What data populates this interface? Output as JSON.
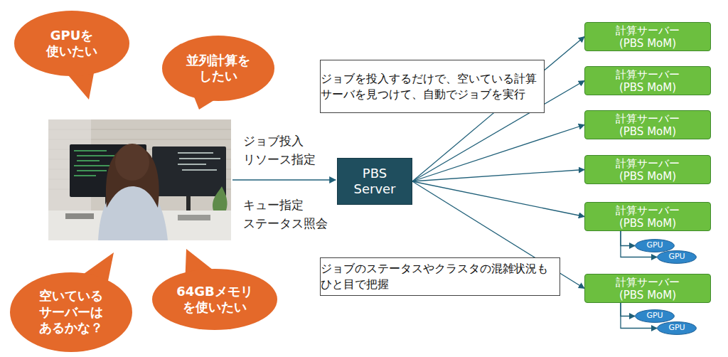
{
  "diagram": {
    "nodes": [
      {
        "text": [
          "GPUを 使いたい"
        ]
      },
      {
        "text": [
          "並列計算を したい"
        ]
      },
      {
        "text": [
          "空いている サーバーは あるかな？"
        ]
      },
      {
        "text": [
          "64GBメモリ を使いたい"
        ]
      },
      {
        "text": [
          "PBS Server"
        ]
      },
      {
        "text": [
          "ジョブを投入するだけで、空いている計算 サーバを見つけて、自動でジョブを実行"
        ]
      },
      {
        "text": [
          "ジョブのステータスやクラスタの混雑状況も ひと目で把握"
        ]
      },
      {
        "text": [
          "計算サーバー (PBS MoM)"
        ]
      },
      {
        "text": [
          "計算サーバー (PBS MoM)"
        ]
      },
      {
        "text": [
          "計算サーバー (PBS MoM)"
        ]
      },
      {
        "text": [
          "計算サーバー (PBS MoM)"
        ]
      },
      {
        "text": [
          "計算サーバー (PBS MoM)"
        ]
      },
      {
        "text": [
          "計算サーバー (PBS MoM)"
        ]
      },
      {
        "text": [
          "GPU"
        ]
      },
      {
        "text": [
          "GPU"
        ]
      },
      {
        "text": [
          "GPU"
        ]
      },
      {
        "text": [
          "GPU"
        ]
      }
    ],
    "edges": [
      {
        "from": 4,
        "to": 7,
        "arrow": "to"
      },
      {
        "from": 4,
        "to": 8,
        "arrow": "to"
      },
      {
        "from": 4,
        "to": 9,
        "arrow": "to"
      },
      {
        "from": 4,
        "to": 10,
        "arrow": "to"
      },
      {
        "from": 4,
        "to": 11,
        "arrow": "to"
      },
      {
        "from": 4,
        "to": 12,
        "arrow": "to"
      },
      {
        "from": 11,
        "to": 13,
        "arrow": "to"
      },
      {
        "from": 11,
        "to": 14,
        "arrow": "to"
      },
      {
        "from": 12,
        "to": 15,
        "arrow": "to"
      },
      {
        "from": 12,
        "to": 16,
        "arrow": "to"
      }
    ],
    "labels": [
      "ジョブ投入 リソース指定",
      "キュー指定 ステータス照会"
    ]
  }
}
